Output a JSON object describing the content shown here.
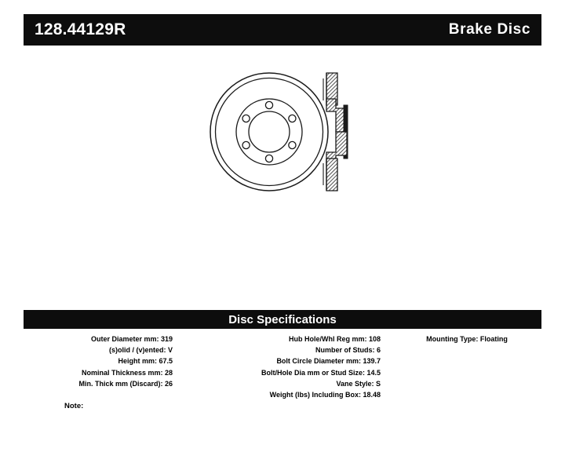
{
  "header": {
    "part_number": "128.44129R",
    "product_title": "Brake Disc"
  },
  "drawing": {
    "face_view_name": "brake-disc-face-view",
    "section_view_name": "brake-disc-cross-section-view",
    "stud_count": 6
  },
  "specifications": {
    "section_title": "Disc Specifications",
    "left_column": [
      "Outer Diameter mm: 319",
      "(s)olid / (v)ented: V",
      "Height mm: 67.5",
      "Nominal Thickness mm: 28",
      "Min. Thick mm (Discard): 26"
    ],
    "middle_column": [
      "Hub Hole/Whl Reg mm: 108",
      "Number of Studs: 6",
      "Bolt Circle Diameter mm: 139.7",
      "Bolt/Hole Dia mm or Stud Size: 14.5",
      "Vane Style: S",
      "Weight (lbs) Including Box: 18.48"
    ],
    "right_column": [
      "Mounting Type: Floating"
    ],
    "note_label": "Note:",
    "note_value": ""
  },
  "colors": {
    "bar_background": "#0d0d0d",
    "bar_text": "#ffffff",
    "page_background": "#ffffff",
    "line_color": "#1a1a1a"
  }
}
